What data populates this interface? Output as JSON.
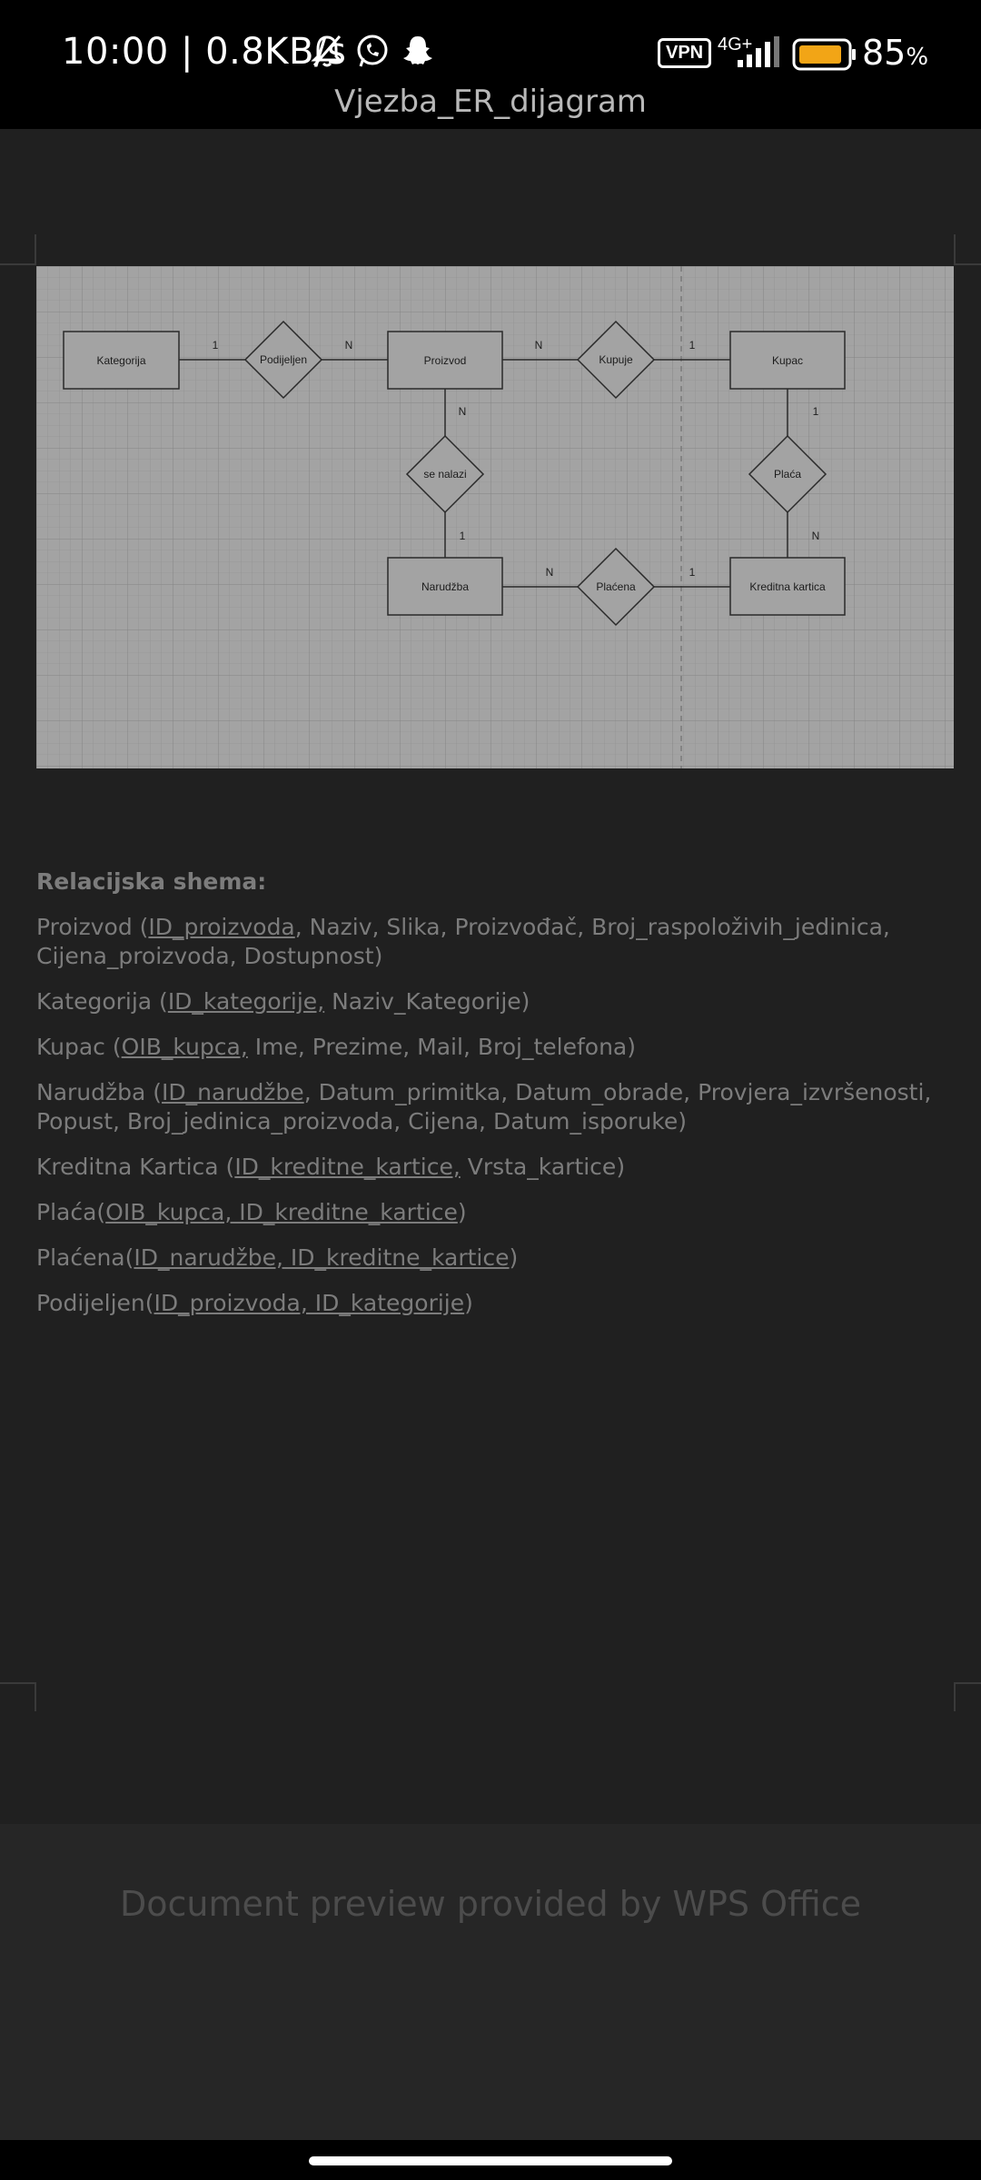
{
  "status_bar": {
    "time_and_speed": "10:00 | 0.8KB/s",
    "vpn": "VPN",
    "network": "4G+",
    "battery": "85",
    "battery_unit": "%",
    "icons": [
      "bell-off-icon",
      "whatsapp-icon",
      "snapchat-icon",
      "signal-icon",
      "battery-icon"
    ]
  },
  "document": {
    "title": "Vjezba_ER_dijagram"
  },
  "diagram": {
    "entities": {
      "kategorija": "Kategorija",
      "proizvod": "Proizvod",
      "kupac": "Kupac",
      "narudzba": "Narudžba",
      "kreditna": "Kreditna kartica"
    },
    "relations": {
      "podijeljen": "Podijeljen",
      "kupuje": "Kupuje",
      "se_nalazi": "se nalazi",
      "placa": "Plaća",
      "placena": "Plaćena"
    },
    "cardinalities": {
      "kat_pod": "1",
      "pod_pro": "N",
      "pro_kup": "N",
      "kup_kupac": "1",
      "pro_nal": "N",
      "nal_nar": "1",
      "kupac_placa": "1",
      "placa_kred": "N",
      "nar_placena": "N",
      "placena_kred": "1"
    }
  },
  "schema": {
    "heading": "Relacijska shema:",
    "l1_a": "Proizvod (",
    "l1_key": "ID_proizvoda",
    "l1_b": ", Naziv, Slika, Proizvođač, Broj_raspoloživih_jedinica, Cijena_proizvoda, Dostupnost)",
    "l2_a": "Kategorija (",
    "l2_key": "ID_kategorije,",
    "l2_b": " Naziv_Kategorije)",
    "l3_a": "Kupac (",
    "l3_key": "OIB_kupca,",
    "l3_b": " Ime, Prezime, Mail, Broj_telefona)",
    "l4_a": "Narudžba (",
    "l4_key": "ID_narudžbe",
    "l4_b": ", Datum_primitka, Datum_obrade, Provjera_izvršenosti, Popust, Broj_jedinica_proizvoda, Cijena, Datum_isporuke)",
    "l5_a": "Kreditna Kartica (",
    "l5_key": "ID_kreditne_kartice,",
    "l5_b": " Vrsta_kartice)",
    "l6_a": "Plaća(",
    "l6_key": "OIB_kupca, ID_kreditne_kartice",
    "l6_b": ")",
    "l7_a": "Plaćena(",
    "l7_key": "ID_narudžbe, ID_kreditne_kartice",
    "l7_b": ")",
    "l8_a": "Podijeljen(",
    "l8_key": "ID_proizvoda, ID_kategorije",
    "l8_b": ")"
  },
  "footer": {
    "text": "Document preview provided by WPS Office"
  }
}
